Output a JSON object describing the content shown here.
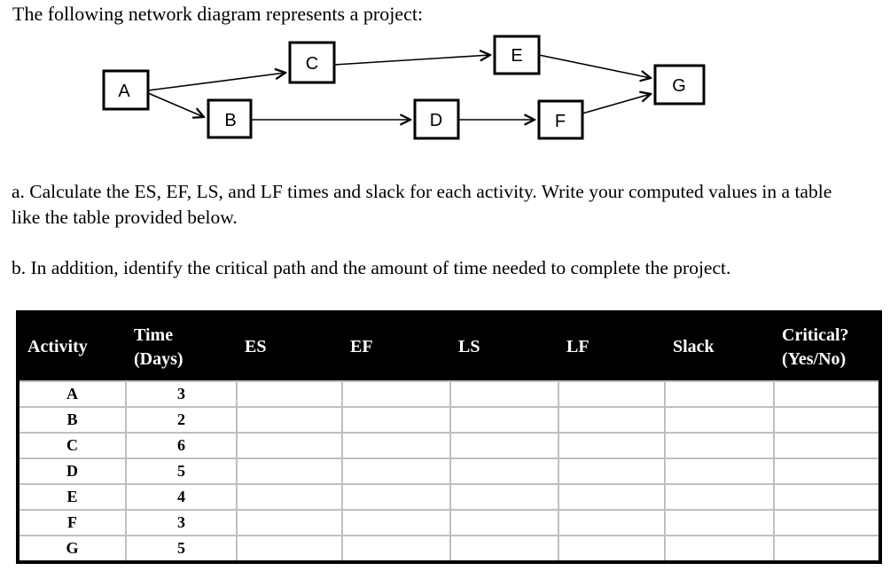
{
  "title": "The following network diagram represents a project:",
  "diagram": {
    "nodes": [
      {
        "label": "A"
      },
      {
        "label": "B"
      },
      {
        "label": "C"
      },
      {
        "label": "D"
      },
      {
        "label": "E"
      },
      {
        "label": "F"
      },
      {
        "label": "G"
      }
    ],
    "edges": [
      {
        "from": "A",
        "to": "C"
      },
      {
        "from": "A",
        "to": "B"
      },
      {
        "from": "B",
        "to": "D"
      },
      {
        "from": "C",
        "to": "E"
      },
      {
        "from": "D",
        "to": "F"
      },
      {
        "from": "E",
        "to": "G"
      },
      {
        "from": "F",
        "to": "G"
      }
    ]
  },
  "instructions": {
    "a": "a. Calculate the ES, EF, LS, and LF times and slack for each activity. Write your computed values in a table like the table provided below.",
    "b": "b. In addition, identify the critical path and the amount of time needed to complete the project."
  },
  "table": {
    "columns": [
      {
        "label": "Activity"
      },
      {
        "label": "Time\n(Days)"
      },
      {
        "label": "ES"
      },
      {
        "label": "EF"
      },
      {
        "label": "LS"
      },
      {
        "label": "LF"
      },
      {
        "label": "Slack"
      },
      {
        "label": "Critical?\n(Yes/No)"
      }
    ],
    "rows": [
      {
        "activity": "A",
        "time": "3",
        "es": "",
        "ef": "",
        "ls": "",
        "lf": "",
        "slack": "",
        "critical": ""
      },
      {
        "activity": "B",
        "time": "2",
        "es": "",
        "ef": "",
        "ls": "",
        "lf": "",
        "slack": "",
        "critical": ""
      },
      {
        "activity": "C",
        "time": "6",
        "es": "",
        "ef": "",
        "ls": "",
        "lf": "",
        "slack": "",
        "critical": ""
      },
      {
        "activity": "D",
        "time": "5",
        "es": "",
        "ef": "",
        "ls": "",
        "lf": "",
        "slack": "",
        "critical": ""
      },
      {
        "activity": "E",
        "time": "4",
        "es": "",
        "ef": "",
        "ls": "",
        "lf": "",
        "slack": "",
        "critical": ""
      },
      {
        "activity": "F",
        "time": "3",
        "es": "",
        "ef": "",
        "ls": "",
        "lf": "",
        "slack": "",
        "critical": ""
      },
      {
        "activity": "G",
        "time": "5",
        "es": "",
        "ef": "",
        "ls": "",
        "lf": "",
        "slack": "",
        "critical": ""
      }
    ]
  },
  "colors": {
    "header_bg": "#000000",
    "header_text": "#ffffff",
    "grid_line": "#bfbfbf",
    "outer_border": "#000000",
    "node_border": "#000000"
  }
}
